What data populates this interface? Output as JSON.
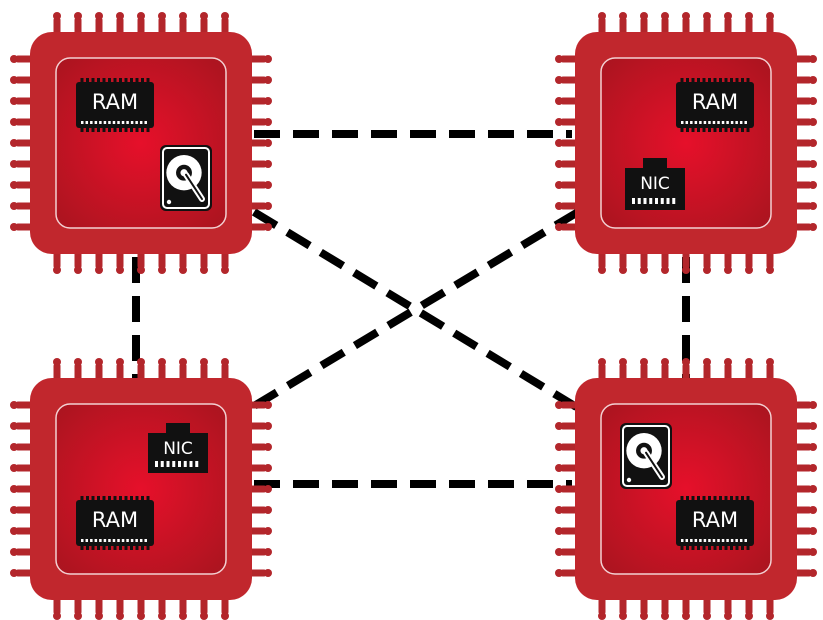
{
  "diagram": {
    "colors": {
      "chip_body": "#c1272d",
      "chip_pin": "#b3262b",
      "chip_core_center": "#e6102a",
      "chip_core_edge": "#a9151f",
      "core_outline": "#f3d0d2",
      "component_fill": "#111111",
      "component_text": "#ffffff",
      "link": "#000000"
    },
    "nodes": [
      {
        "id": "top-left",
        "components": [
          {
            "type": "ram",
            "label": "RAM"
          },
          {
            "type": "disk",
            "icon": "hard-drive-icon"
          }
        ]
      },
      {
        "id": "top-right",
        "components": [
          {
            "type": "ram",
            "label": "RAM"
          },
          {
            "type": "nic",
            "label": "NIC",
            "icon": "network-port-icon"
          }
        ]
      },
      {
        "id": "bottom-left",
        "components": [
          {
            "type": "nic",
            "label": "NIC",
            "icon": "network-port-icon"
          },
          {
            "type": "ram",
            "label": "RAM"
          }
        ]
      },
      {
        "id": "bottom-right",
        "components": [
          {
            "type": "disk",
            "icon": "hard-drive-icon"
          },
          {
            "type": "ram",
            "label": "RAM"
          }
        ]
      }
    ],
    "links": [
      {
        "from": "top-left",
        "to": "top-right",
        "style": "dashed"
      },
      {
        "from": "top-left",
        "to": "bottom-left",
        "style": "dashed"
      },
      {
        "from": "top-left",
        "to": "bottom-right",
        "style": "dashed"
      },
      {
        "from": "top-right",
        "to": "bottom-left",
        "style": "dashed"
      },
      {
        "from": "top-right",
        "to": "bottom-right",
        "style": "dashed"
      },
      {
        "from": "bottom-left",
        "to": "bottom-right",
        "style": "dashed"
      }
    ]
  }
}
